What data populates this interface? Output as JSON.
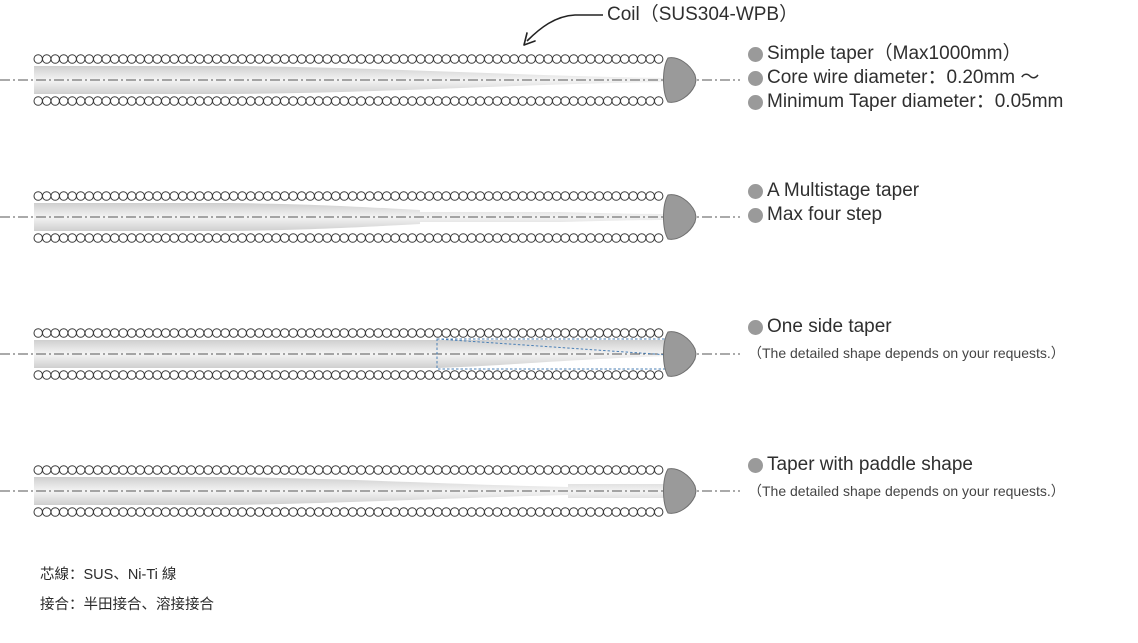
{
  "coil_label": "Coil（SUS304-WPB）",
  "wires": [
    {
      "variant": "simple",
      "lines": [
        "Simple taper（Max1000mm）",
        "Core wire diameter：0.20mm ～",
        "Minimum Taper diameter：0.05mm"
      ],
      "note": ""
    },
    {
      "variant": "multistage",
      "lines": [
        "A Multistage taper",
        "Max four step"
      ],
      "note": ""
    },
    {
      "variant": "oneside",
      "lines": [
        "One side taper"
      ],
      "note": "（The detailed shape depends on your requests.）"
    },
    {
      "variant": "paddle",
      "lines": [
        "Taper with paddle shape"
      ],
      "note": "（The detailed shape depends on your requests.）"
    }
  ],
  "footer": {
    "line1": "芯線：SUS、Ni-Ti 線",
    "line2": "接合：半田接合、溶接接合"
  },
  "colors": {
    "coil": "#3a3a3a",
    "tip": "#9a9a9a",
    "bullet": "#9a9a9a",
    "core": "#d8d8d8",
    "highlight": "#4a7fb5"
  }
}
